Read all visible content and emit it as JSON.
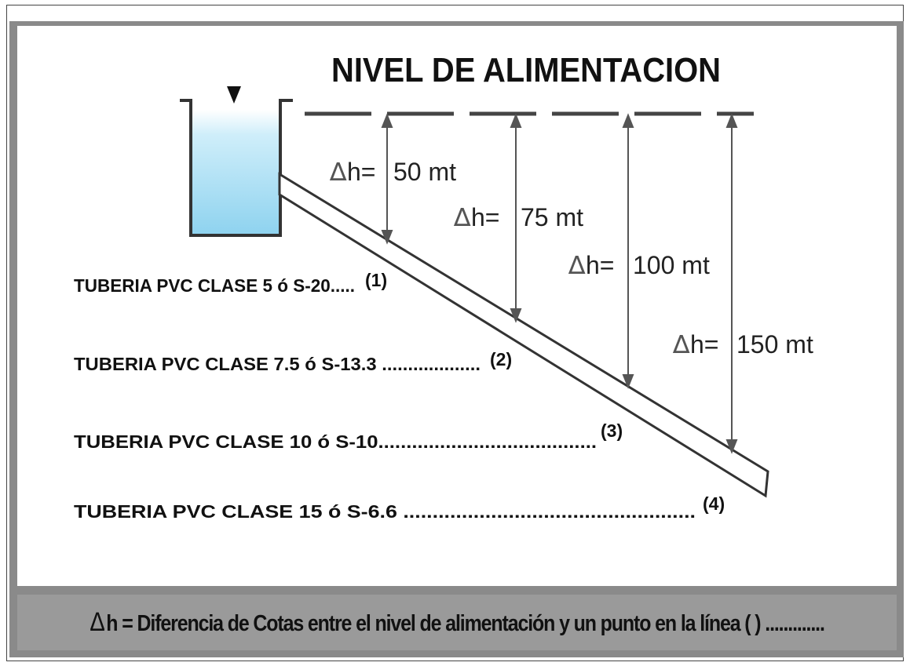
{
  "title": "NIVEL DE ALIMENTACION",
  "drops": [
    {
      "delta": "∆",
      "label": "h=",
      "value": "50 mt"
    },
    {
      "delta": "∆",
      "label": "h=",
      "value": "75 mt"
    },
    {
      "delta": "∆",
      "label": "h=",
      "value": "100 mt"
    },
    {
      "delta": "∆",
      "label": "h=",
      "value": "150 mt"
    }
  ],
  "pipes": [
    {
      "text": "TUBERIA PVC CLASE  5 ó S-20.....",
      "marker": "(1)"
    },
    {
      "text": "TUBERIA PVC CLASE  7.5 ó S-13.3 ...................",
      "marker": "(2)"
    },
    {
      "text": "TUBERIA PVC CLASE  10 ó S-10.......................................",
      "marker": "(3)"
    },
    {
      "text": "TUBERIA PVC CLASE  15 ó S-6.6 ..................................................",
      "marker": "(4)"
    }
  ],
  "footer": {
    "delta": "∆",
    "text": "h = Diferencia de Cotas entre el nivel de alimentación y un punto en la línea ( ) ............."
  },
  "colors": {
    "water_top": "#ffffff",
    "water_bottom": "#8fd3ef",
    "frame": "#8a8a8a",
    "ink": "#222222"
  }
}
